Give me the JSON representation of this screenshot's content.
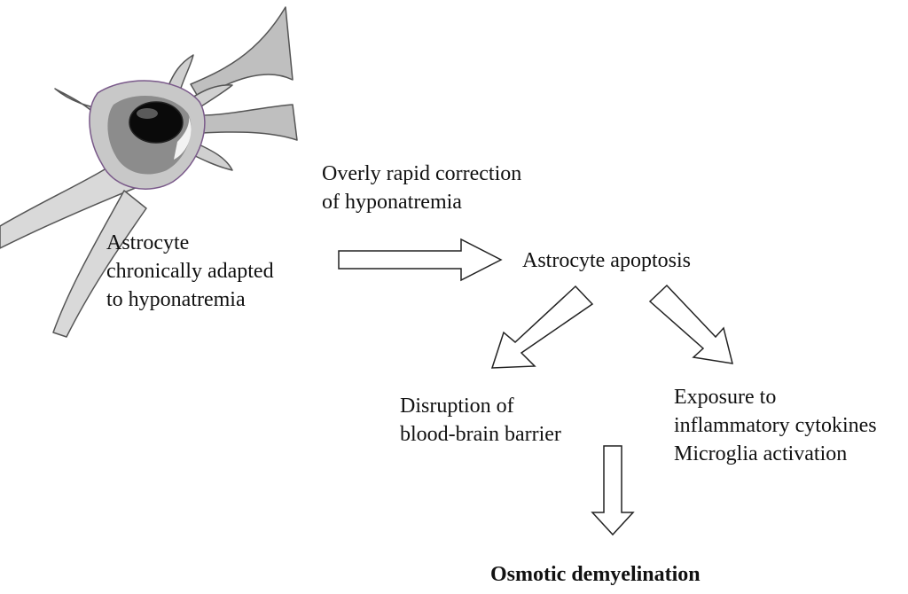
{
  "diagram": {
    "cell_label": [
      "Astrocyte",
      "chronically adapted",
      "to hyponatremia"
    ],
    "trigger_label": [
      "Overly rapid correction",
      "of hyponatremia"
    ],
    "center_label": "Astrocyte apoptosis",
    "left_branch_label": [
      "Disruption of",
      "blood-brain barrier"
    ],
    "right_branch_label": [
      "Exposure to",
      "inflammatory cytokines",
      "Microglia activation"
    ],
    "outcome_label": "Osmotic demyelination",
    "edges": [
      {
        "from": "cell_label",
        "to": "center_label"
      },
      {
        "from": "center_label",
        "to": "left_branch_label"
      },
      {
        "from": "center_label",
        "to": "right_branch_label"
      },
      {
        "from": "left_branch_label",
        "to": "outcome_label"
      }
    ]
  }
}
